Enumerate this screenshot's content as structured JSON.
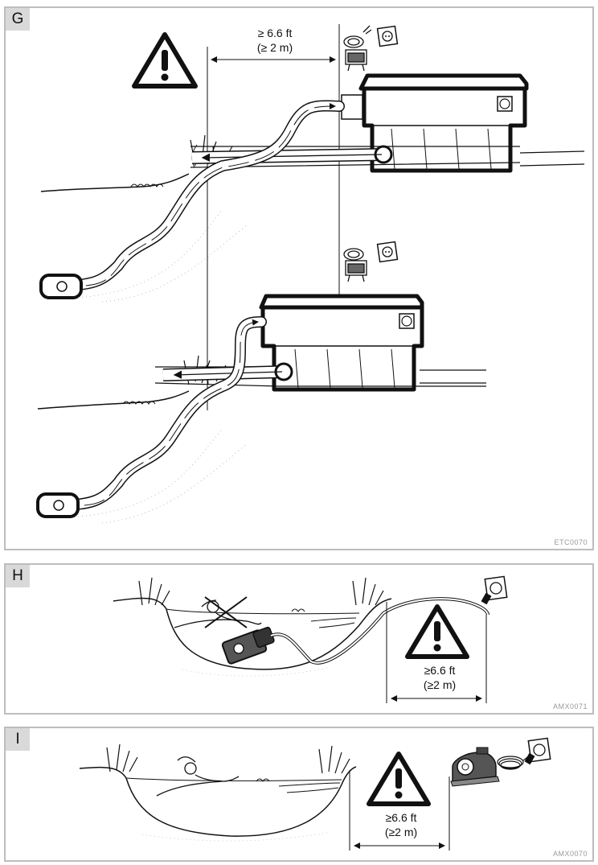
{
  "panels": [
    {
      "letter": "G",
      "code": "ETC0070",
      "distance": "≥ 6.6 ft",
      "distance_metric": "(≥ 2 m)"
    },
    {
      "letter": "H",
      "code": "AMX0071",
      "distance": "≥6.6 ft",
      "distance_metric": "(≥2 m)"
    },
    {
      "letter": "I",
      "code": "AMX0070",
      "distance": "≥6.6 ft",
      "distance_metric": "(≥2 m)"
    }
  ],
  "icons": [
    "warning-triangle-icon",
    "power-outlet-icon",
    "transformer-icon",
    "pump-icon",
    "filter-box-icon",
    "prohibited-x-icon",
    "swimmer-icon"
  ]
}
